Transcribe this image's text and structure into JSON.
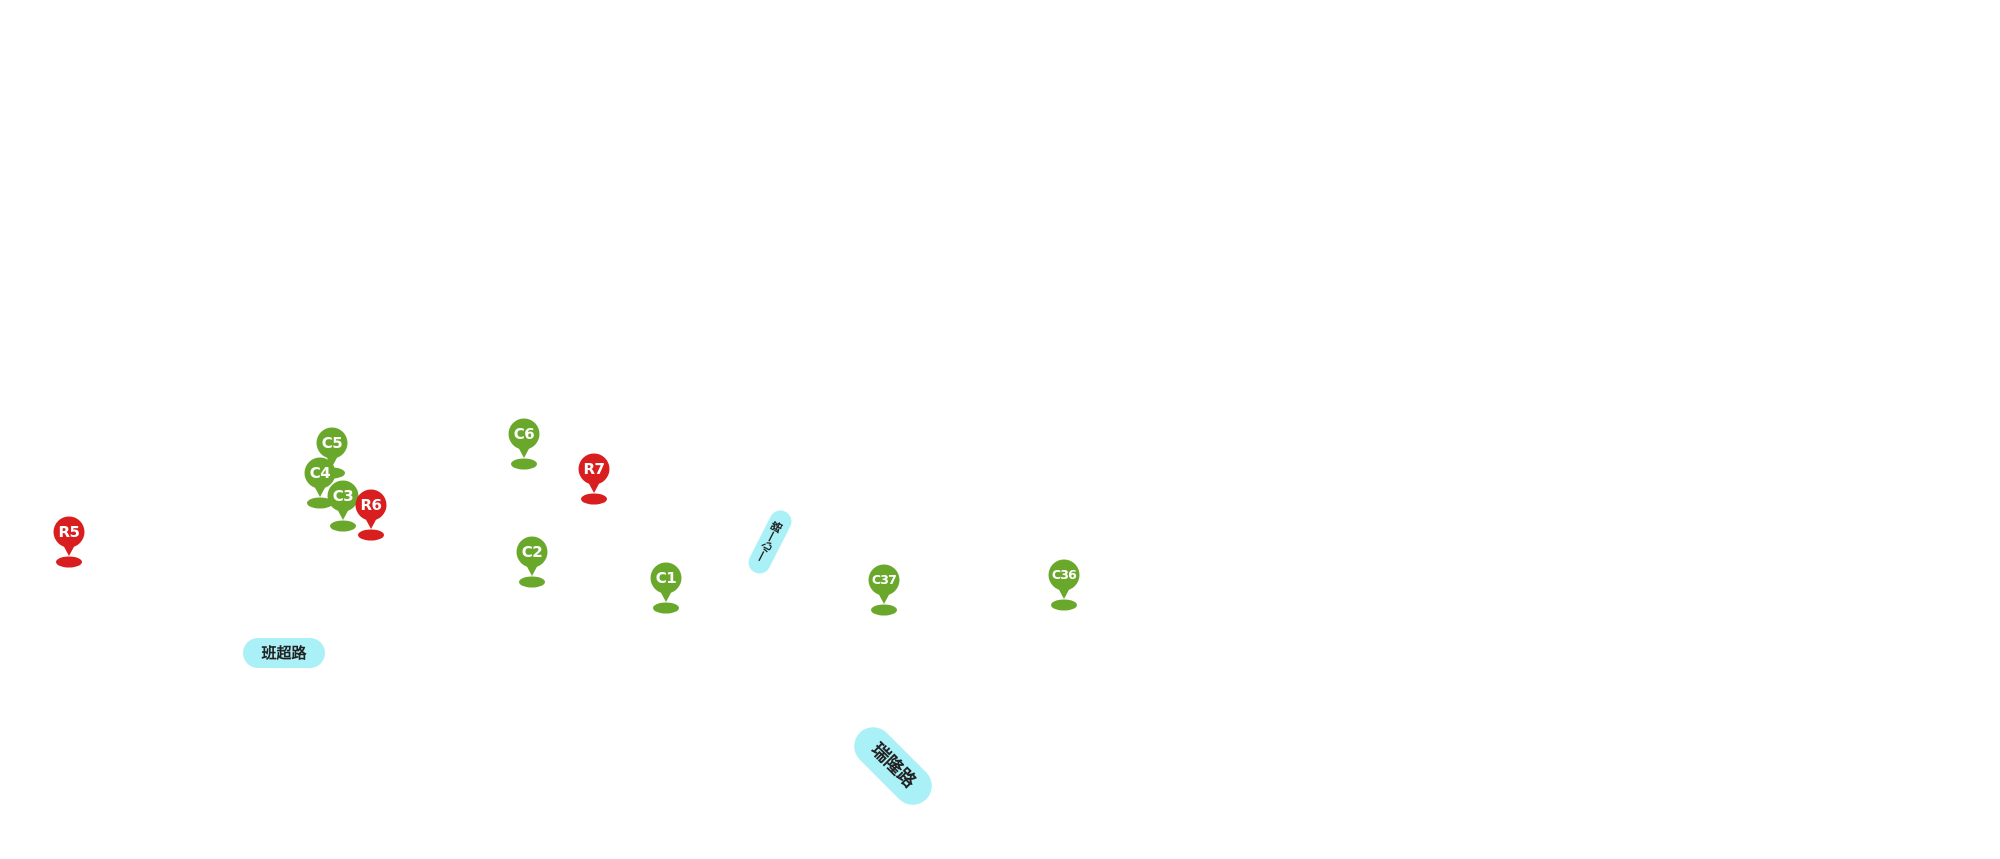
{
  "colors": {
    "red_pin": "#d81e1e",
    "green_pin": "#6aa82c",
    "road_label_bg": "#a9f0f7",
    "road_label_text": "#222222"
  },
  "markers": [
    {
      "id": "R5",
      "label": "R5",
      "kind": "red"
    },
    {
      "id": "C5",
      "label": "C5",
      "kind": "green"
    },
    {
      "id": "C4",
      "label": "C4",
      "kind": "green"
    },
    {
      "id": "C3",
      "label": "C3",
      "kind": "green"
    },
    {
      "id": "R6",
      "label": "R6",
      "kind": "red"
    },
    {
      "id": "C6",
      "label": "C6",
      "kind": "green"
    },
    {
      "id": "R7",
      "label": "R7",
      "kind": "red"
    },
    {
      "id": "C2",
      "label": "C2",
      "kind": "green"
    },
    {
      "id": "C1",
      "label": "C1",
      "kind": "green"
    },
    {
      "id": "C37",
      "label": "C37",
      "kind": "green"
    },
    {
      "id": "C36",
      "label": "C36",
      "kind": "green"
    }
  ],
  "roads": {
    "banchao": "班超路",
    "ruilong": "瑞隆路",
    "vertical": "一心一路"
  }
}
